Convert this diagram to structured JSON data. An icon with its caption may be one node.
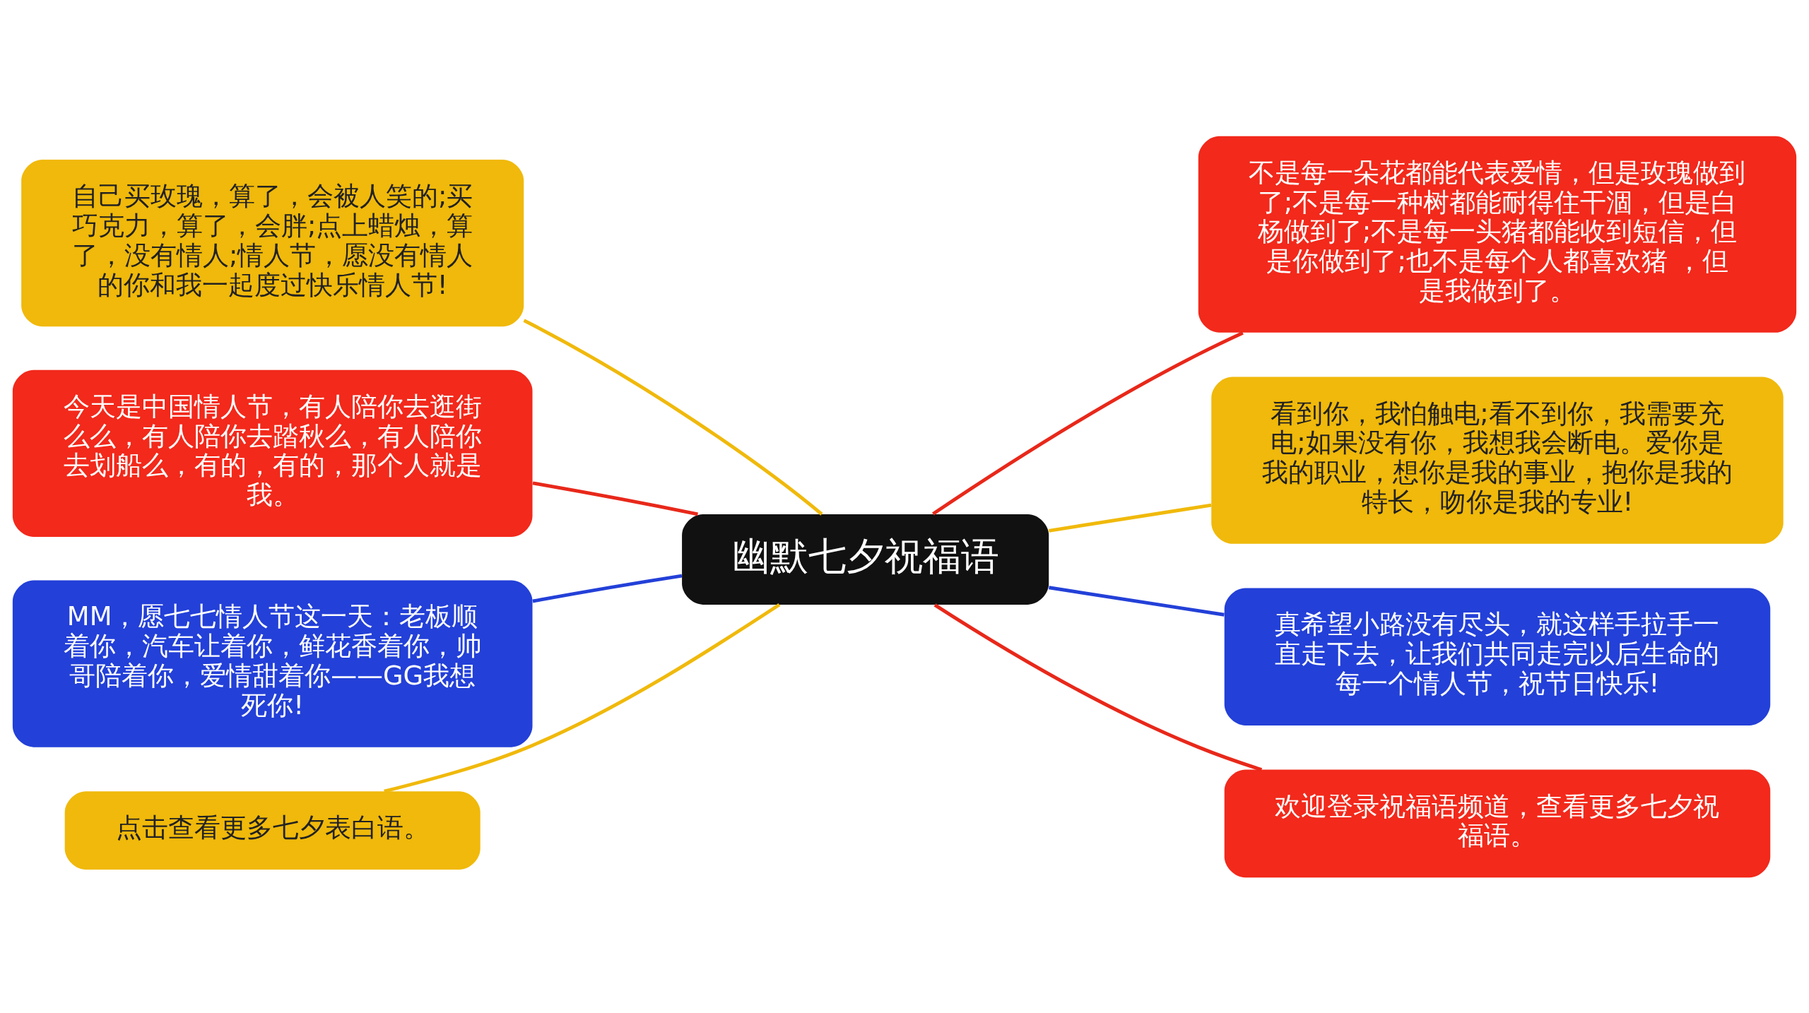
{
  "diagram": {
    "nodes": [
      {
        "text": [
          "幽默七夕祝福语"
        ]
      },
      {
        "text": [
          "自己买玫瑰，算了，会被人笑的;买巧克力，算了，会胖;点上蜡烛，算了，没有情人;情人节，愿没有情人的你和我一起度过快乐情人节!"
        ]
      },
      {
        "text": [
          "今天是中国情人节，有人陪你去逛街么么，有人陪你去踏秋么，有人陪你去划船么，有的，有的，那个人就是我。"
        ]
      },
      {
        "text": [
          "MM，愿七七情人节这一天：老板顺着你，汽车让着你，鲜花香着你，帅哥陪着你，爱情甜着你——GG我想死你!"
        ]
      },
      {
        "text": [
          "点击查看更多七夕表白语。"
        ]
      },
      {
        "text": [
          "不是每一朵花都能代表爱情，但是玫瑰做到了;不是每一种树都能耐得住干涸，但是白杨做到了;不是每一头猪都能收到短信，但是你做到了;也不是每个人都喜欢猪 ，但是我做到了。"
        ]
      },
      {
        "text": [
          "看到你，我怕触电;看不到你，我需要充电;如果没有你，我想我会断电。爱你是我的职业，想你是我的事业，抱你是我的特长，吻你是我的专业!"
        ]
      },
      {
        "text": [
          "真希望小路没有尽头，就这样手拉手一直走下去，让我们共同走完以后生命的每一个情人节，祝节日快乐!"
        ]
      },
      {
        "text": [
          "欢迎登录祝福语频道，查看更多七夕祝福语。"
        ]
      }
    ],
    "edges": [
      {
        "from": 0,
        "to": 1,
        "arrow": "none",
        "color": "#f0b90b"
      },
      {
        "from": 0,
        "to": 2,
        "arrow": "none",
        "color": "#e8281a"
      },
      {
        "from": 0,
        "to": 3,
        "arrow": "none",
        "color": "#2340d8"
      },
      {
        "from": 0,
        "to": 4,
        "arrow": "none",
        "color": "#f0b90b"
      },
      {
        "from": 0,
        "to": 5,
        "arrow": "none",
        "color": "#e8281a"
      },
      {
        "from": 0,
        "to": 6,
        "arrow": "none",
        "color": "#f0b90b"
      },
      {
        "from": 0,
        "to": 7,
        "arrow": "none",
        "color": "#2340d8"
      },
      {
        "from": 0,
        "to": 8,
        "arrow": "none",
        "color": "#e8281a"
      }
    ]
  }
}
